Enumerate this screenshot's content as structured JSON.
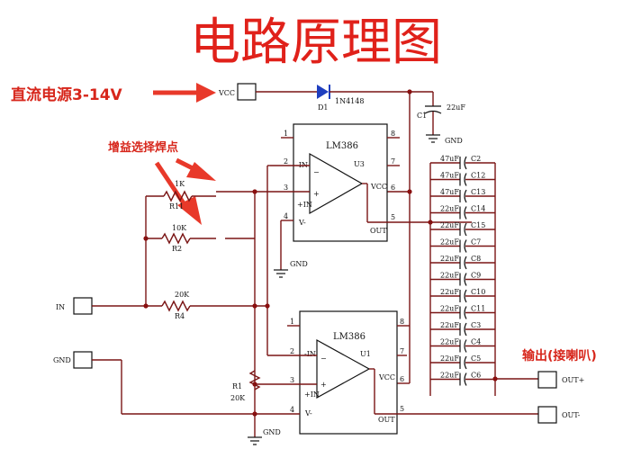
{
  "title": "电路原理图",
  "annotations": {
    "power": "直流电源3-14V",
    "gain": "增益选择焊点",
    "output": "输出(接喇叭)"
  },
  "power": {
    "vcc_label": "VCC",
    "diode_ref": "D1",
    "diode_part": "1N4148",
    "c1_ref": "C1",
    "c1_value": "22uF",
    "gnd_label": "GND"
  },
  "ic_top": {
    "part": "LM386",
    "ref": "U3",
    "pins": {
      "p1": "1",
      "p2": "2",
      "p3": "3",
      "p4": "4",
      "p5": "5",
      "p6": "6",
      "p7": "7",
      "p8": "8"
    },
    "names": {
      "in_minus": "-IN",
      "in_plus": "+IN",
      "vminus": "V-",
      "vcc": "VCC",
      "out": "OUT"
    },
    "gnd_label": "GND"
  },
  "ic_bottom": {
    "part": "LM386",
    "ref": "U1",
    "pins": {
      "p1": "1",
      "p2": "2",
      "p3": "3",
      "p4": "4",
      "p5": "5",
      "p6": "6",
      "p7": "7",
      "p8": "8"
    },
    "names": {
      "in_minus": "-IN",
      "in_plus": "+IN",
      "vminus": "V-",
      "vcc": "VCC",
      "out": "OUT"
    }
  },
  "resistors": {
    "r1": {
      "ref": "R1",
      "value": "20K"
    },
    "r11": {
      "ref": "R11",
      "value": "1K"
    },
    "r2": {
      "ref": "R2",
      "value": "10K"
    },
    "r4": {
      "ref": "R4",
      "value": "20K"
    }
  },
  "capacitors": [
    {
      "value": "47uF",
      "ref": "C2"
    },
    {
      "value": "47uF",
      "ref": "C12"
    },
    {
      "value": "47uF",
      "ref": "C13"
    },
    {
      "value": "22uF",
      "ref": "C14"
    },
    {
      "value": "22uF",
      "ref": "C15"
    },
    {
      "value": "22uF",
      "ref": "C7"
    },
    {
      "value": "22uF",
      "ref": "C8"
    },
    {
      "value": "22uF",
      "ref": "C9"
    },
    {
      "value": "22uF",
      "ref": "C10"
    },
    {
      "value": "22uF",
      "ref": "C11"
    },
    {
      "value": "22uF",
      "ref": "C3"
    },
    {
      "value": "22uF",
      "ref": "C4"
    },
    {
      "value": "22uF",
      "ref": "C5"
    },
    {
      "value": "22uF",
      "ref": "C6"
    }
  ],
  "ports": {
    "in": "IN",
    "gnd": "GND",
    "out_plus": "OUT+",
    "out_minus": "OUT-",
    "gnd_bottom": "GND"
  },
  "colors": {
    "title": "#e0211a",
    "annotation": "#d7261b",
    "arrow": "#e8392a",
    "wire": "#7a1515",
    "junction": "#8a1010",
    "diode": "#1f3fbf"
  }
}
